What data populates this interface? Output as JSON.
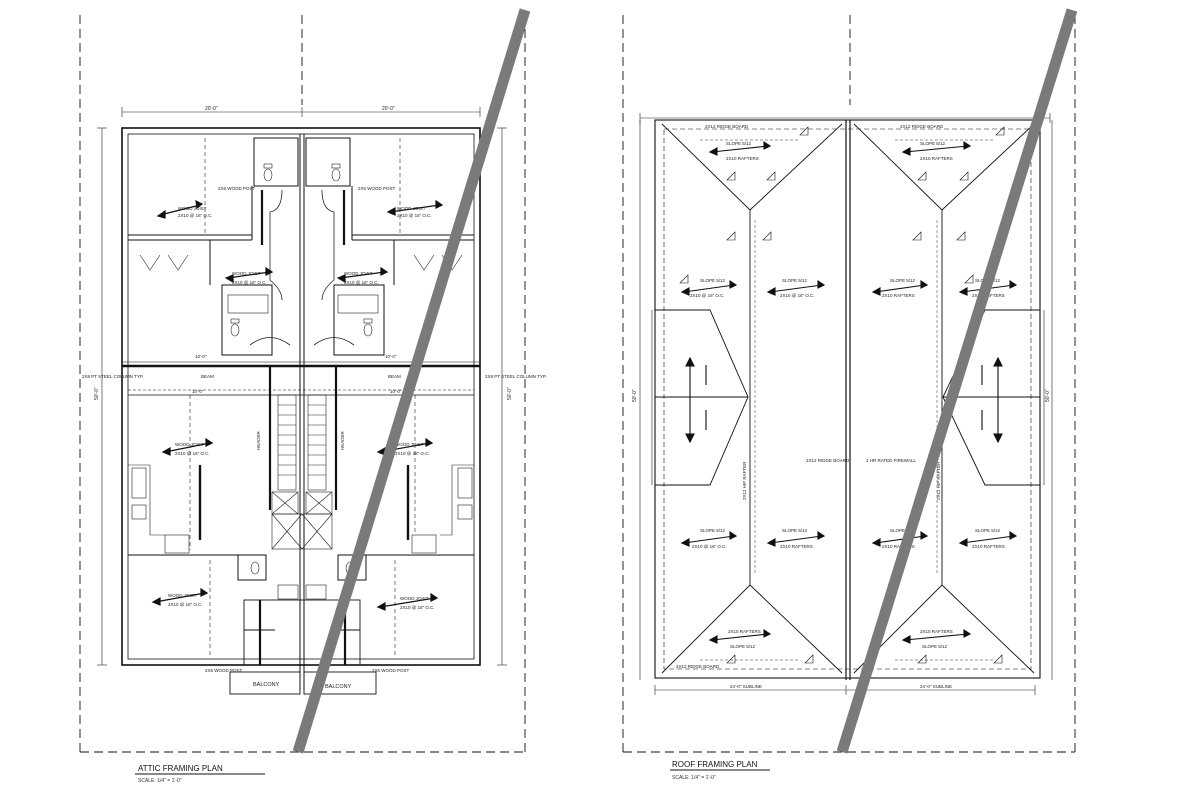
{
  "sheet": {
    "plans": [
      {
        "title": "ATTIC FRAMING PLAN",
        "scale": "SCALE: 1/4\" = 1'-0\"",
        "dims": {
          "top_left": "20'-0\"",
          "top_right": "20'-0\"",
          "side": "50'-0\"",
          "mid_left": "10'-0\"",
          "mid_right": "10'-0\""
        },
        "beam_labels": {
          "left": "2X8 PT STEEL COLUMN TYP.",
          "right": "2X8 PT STEEL COLUMN TYP."
        },
        "notes": {
          "wood_joist": "WOOD JOIST",
          "joist_spec": "2X10 @ 16\" O.C.",
          "post": "2X6 WOOD POST",
          "beam": "BEAM",
          "header": "HEADER"
        },
        "balconies": [
          "BALCONY",
          "BALCONY"
        ]
      },
      {
        "title": "ROOF FRAMING PLAN",
        "scale": "SCALE: 1/4\" = 1'-0\"",
        "dims": {
          "bottom_left": "24'-0\" SUBLINE",
          "bottom_right": "24'-0\" SUBLINE",
          "side": "50'-0\""
        },
        "notes": {
          "slope": "SLOPE 5/12",
          "rafters": "2X10 RAFTERS",
          "rafter_spec": "2X10 @ 16\" O.C.",
          "ridge": "2X12 RIDGE BOARD",
          "hip": "2X12 HIP RAFTER",
          "firewall": "1 HR RATED FIREWALL",
          "top": "2X12 RIDGE BOARD"
        }
      }
    ]
  }
}
